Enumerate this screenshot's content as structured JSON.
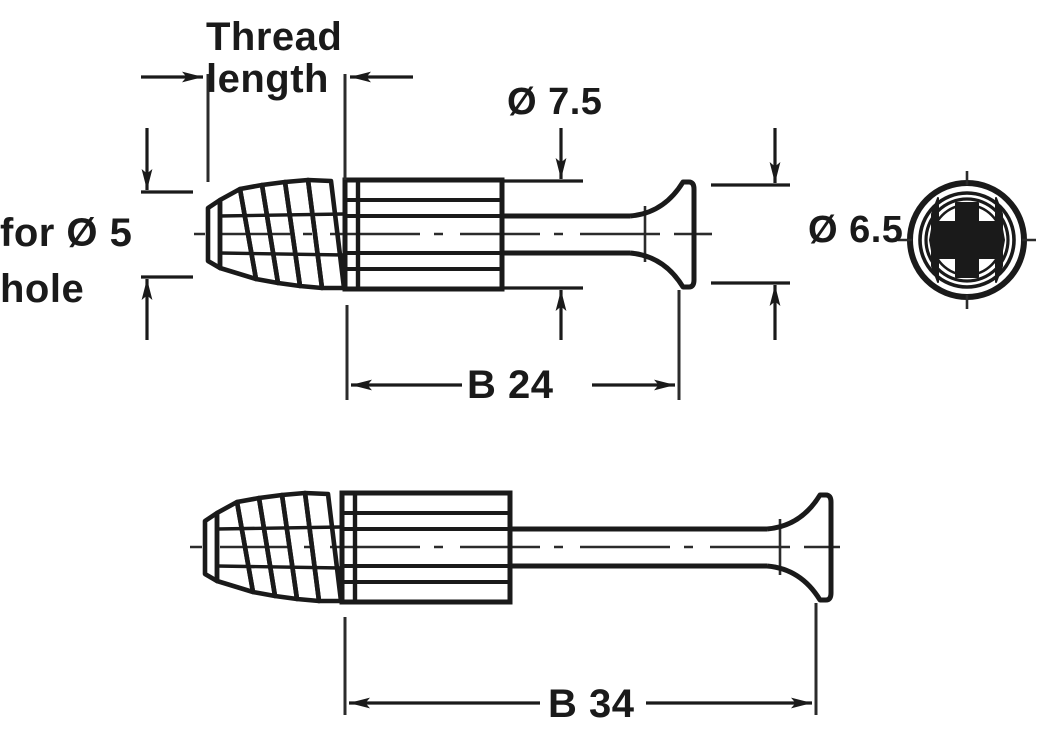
{
  "drawing": {
    "title": "Connecting bolt technical drawing",
    "line_color": "#1a1a1a",
    "thin_line_color": "#3a3a3a",
    "background": "#ffffff"
  },
  "labels": {
    "thread_length": "Thread\nlength",
    "hole_line1": "for Ø 5",
    "hole_line2": "hole",
    "diameter_head_outer": "Ø 7.5",
    "diameter_head_inner": "Ø 6.5",
    "length_top": "B 24",
    "length_bottom": "B 34"
  },
  "views": {
    "top": {
      "name": "side-view-b24",
      "overall_label": "B 24",
      "features": [
        "wood-screw-thread",
        "knurled-cylinder",
        "plain-shank",
        "countersunk-raised-head"
      ]
    },
    "bottom": {
      "name": "side-view-b34",
      "overall_label": "B 34",
      "features": [
        "wood-screw-thread",
        "knurled-cylinder",
        "plain-shank",
        "countersunk-raised-head"
      ]
    },
    "end": {
      "name": "head-end-view",
      "drive_type": "pozidriv",
      "rings": 3
    }
  },
  "chart_data": {
    "type": "table",
    "title": "Connecting bolt dimensions (mm)",
    "categories": [
      "for Ø 5 hole",
      "Ø 7.5",
      "Ø 6.5",
      "B 24",
      "B 34"
    ],
    "values": [
      5,
      7.5,
      6.5,
      24,
      34
    ],
    "annotations": [
      "Thread length"
    ]
  }
}
